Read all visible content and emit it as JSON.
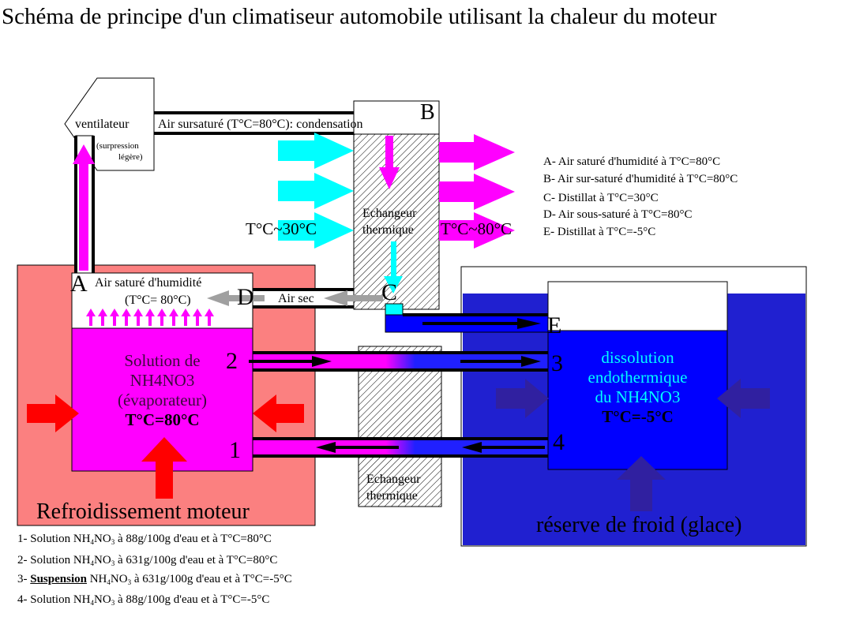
{
  "title": "Schéma de principe d'un climatiseur automobile utilisant la chaleur du moteur",
  "colors": {
    "engine_bg": "#fb8080",
    "solution": "#ff00ff",
    "reserve": "#2020d0",
    "tank": "#0000ff",
    "cyan": "#00ffff",
    "red": "#ff0000",
    "dark_blue": "#3020a0",
    "grey_arrow": "#a0a0a0"
  },
  "labels": {
    "ventilateur": "ventilateur",
    "surpression_1": "(surpression",
    "surpression_2": "légère)",
    "air_sursature": "Air sursaturé (T°C=80°C): condensation",
    "air_sature_1": "Air saturé d'humidité",
    "air_sature_2": "(T°C= 80°C)",
    "air_sec": "Air sec",
    "echangeur_top_1": "Echangeur",
    "echangeur_top_2": "thermique",
    "echangeur_bottom_1": "Echangeur",
    "echangeur_bottom_2": "thermique",
    "temp_left": "T°C~30°C",
    "temp_right": "T°C~80°C",
    "solution_1": "Solution de",
    "solution_2": "NH4NO3",
    "solution_3": "(évaporateur)",
    "solution_4": "T°C=80°C",
    "dissolution_1": "dissolution",
    "dissolution_2": "endothermique",
    "dissolution_3": "du NH4NO3",
    "dissolution_4": "T°C=-5°C",
    "refroidissement": "Refroidissement moteur",
    "reserve": "réserve de froid (glace)"
  },
  "points": {
    "A": "A",
    "B": "B",
    "C": "C",
    "D": "D",
    "E": "E",
    "n1": "1",
    "n2": "2",
    "n3": "3",
    "n4": "4"
  },
  "legend_points": [
    "A- Air saturé d'humidité à T°C=80°C",
    "B- Air sur-saturé d'humidité à T°C=80°C",
    "C- Distillat à T°C=30°C",
    "D- Air sous-saturé à T°C=80°C",
    "E- Distillat à T°C=-5°C"
  ],
  "legend_solutions": {
    "formula_sub_4": "4",
    "formula_sub_3": "3",
    "formula_nh": "NH",
    "formula_no": "NO",
    "line1": {
      "prefix": "1- Solution ",
      "suffix": " à 88g/100g d'eau et à T°C=80°C"
    },
    "line2": {
      "prefix": "2- Solution ",
      "suffix": " à 631g/100g d'eau et à T°C=80°C"
    },
    "line3": {
      "prefix": "3- ",
      "emph": "Suspension",
      "suffix": " à 631g/100g d'eau et à T°C=-5°C"
    },
    "line4": {
      "prefix": "4- Solution ",
      "suffix": " à 88g/100g d'eau et à T°C=-5°C"
    }
  }
}
